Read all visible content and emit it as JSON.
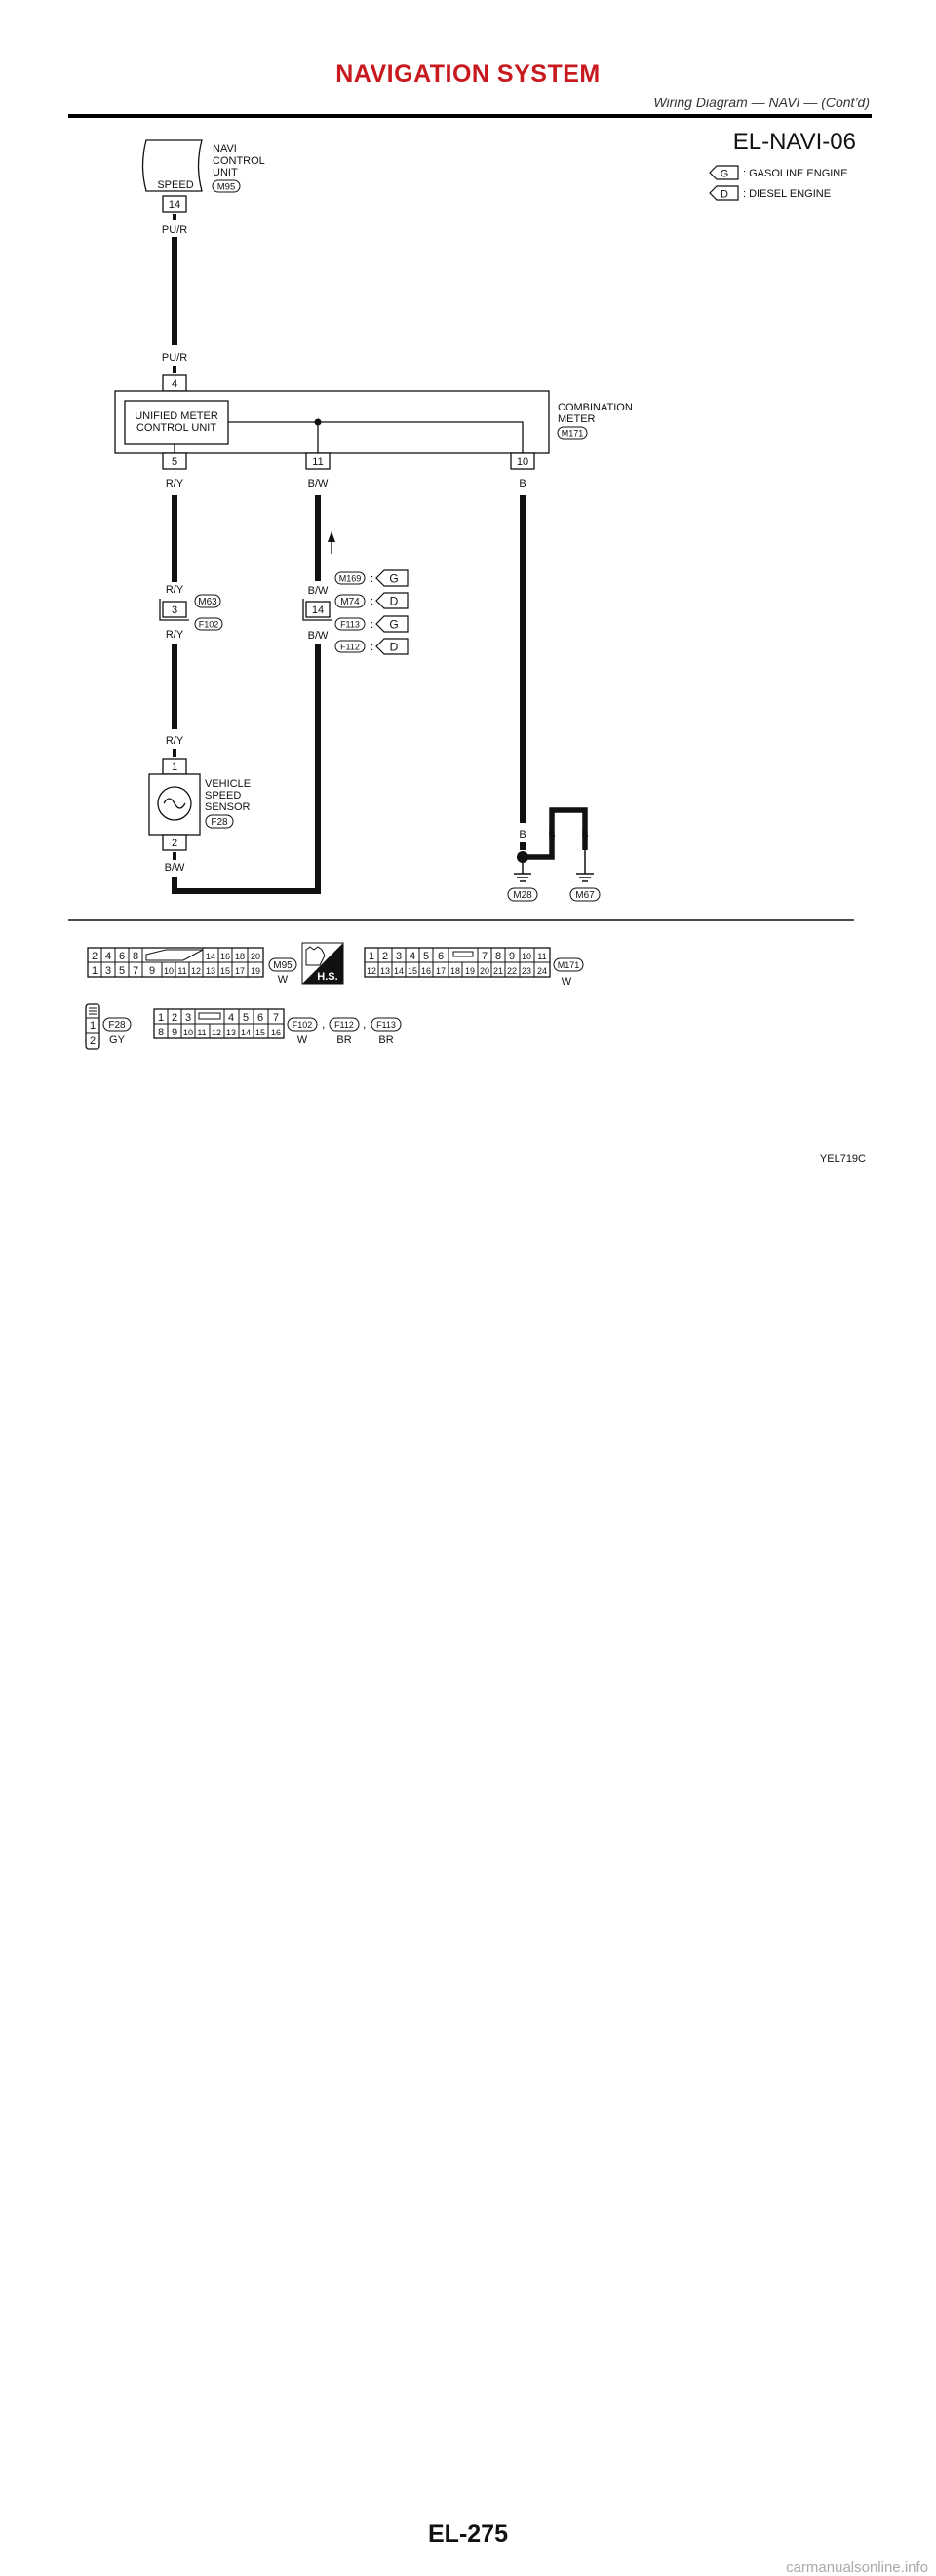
{
  "header": {
    "title": "NAVIGATION SYSTEM",
    "subtitle": "Wiring Diagram — NAVI — (Cont’d)"
  },
  "diagram": {
    "code": "EL-NAVI-06",
    "legend": [
      {
        "key": "G",
        "text": ": GASOLINE ENGINE"
      },
      {
        "key": "D",
        "text": ": DIESEL ENGINE"
      }
    ],
    "navi_unit": {
      "name_lines": [
        "NAVI",
        "CONTROL",
        "UNIT"
      ],
      "signal": "SPEED",
      "connector": "M95",
      "pin": "14",
      "wire_out": "PU/R"
    },
    "meter": {
      "name_lines": [
        "COMBINATION",
        "METER"
      ],
      "connector": "M171",
      "inner_lines": [
        "UNIFIED METER",
        "CONTROL UNIT"
      ],
      "pin_in": "4",
      "wire_in": "PU/R",
      "pins_out": [
        "5",
        "11",
        "10"
      ],
      "wires_out": [
        "R/Y",
        "B/W",
        "B"
      ]
    },
    "joint_left": {
      "pin": "3",
      "conn_top": "M63",
      "conn_bottom": "F102",
      "wire_top": "R/Y",
      "wire_bottom": "R/Y"
    },
    "joint_mid": {
      "pin": "14",
      "wire_top": "B/W",
      "wire_bottom": "B/W",
      "options": [
        {
          "conn": "M169",
          "sep": ":",
          "engine": "G"
        },
        {
          "conn": "M74",
          "sep": ":",
          "engine": "D"
        },
        {
          "conn": "F113",
          "sep": ":",
          "engine": "G"
        },
        {
          "conn": "F112",
          "sep": ":",
          "engine": "D"
        }
      ]
    },
    "sensor": {
      "name_lines": [
        "VEHICLE",
        "SPEED",
        "SENSOR"
      ],
      "connector": "F28",
      "pin_top": "1",
      "pin_bottom": "2",
      "wire_top": "R/Y",
      "wire_bottom": "B/W"
    },
    "grounds": {
      "wires": [
        "B",
        "B",
        "B"
      ],
      "labels": [
        "M28",
        "M67"
      ]
    }
  },
  "connectors": {
    "m95": {
      "label": "M95",
      "color": "W",
      "row1": [
        "2",
        "4",
        "6",
        "8",
        "14",
        "16",
        "18",
        "20"
      ],
      "row2": [
        "1",
        "3",
        "5",
        "7",
        "9",
        "10",
        "11",
        "12",
        "13",
        "15",
        "17",
        "19"
      ]
    },
    "hs_badge": "H.S.",
    "m171": {
      "label": "M171",
      "color": "W",
      "row1": [
        "1",
        "2",
        "3",
        "4",
        "5",
        "6",
        "7",
        "8",
        "9",
        "10",
        "11"
      ],
      "row2": [
        "12",
        "13",
        "14",
        "15",
        "16",
        "17",
        "18",
        "19",
        "20",
        "21",
        "22",
        "23",
        "24"
      ]
    },
    "f28": {
      "label": "F28",
      "color": "GY",
      "pins": [
        "1",
        "2"
      ]
    },
    "f102": {
      "row1": [
        "1",
        "2",
        "3",
        "4",
        "5",
        "6",
        "7"
      ],
      "row2": [
        "8",
        "9",
        "10",
        "11",
        "12",
        "13",
        "14",
        "15",
        "16"
      ],
      "labels": [
        {
          "label": "F102",
          "color": "W",
          "sep": ","
        },
        {
          "label": "F112",
          "color": "BR",
          "sep": ","
        },
        {
          "label": "F113",
          "color": "BR",
          "sep": ""
        }
      ]
    }
  },
  "image_code": "YEL719C",
  "footer": {
    "page_number": "EL-275",
    "watermark": "carmanualsonline.info"
  }
}
